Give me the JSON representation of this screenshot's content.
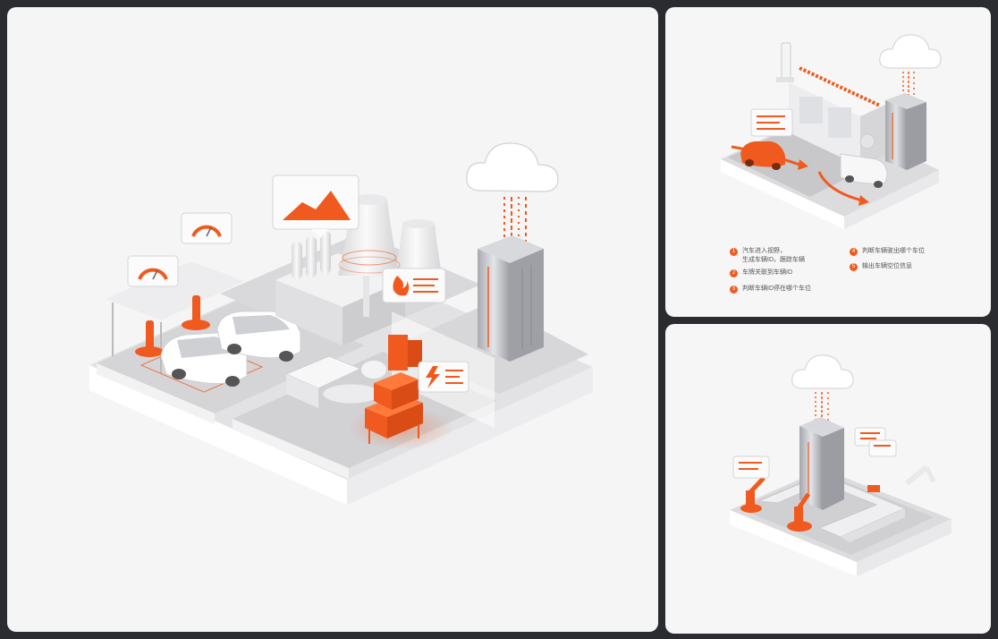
{
  "colors": {
    "accent": "#f05a1e",
    "panel": "#f5f5f5",
    "frame": "#2b2c30",
    "metal": "#c9c9cc"
  },
  "main": {
    "icons": [
      "cloud-icon",
      "chart-icon",
      "gauge-icon",
      "fire-icon",
      "lightning-icon"
    ]
  },
  "parking": {
    "legend": [
      {
        "num": "1",
        "text": "汽车进入视野，\n生成车辆ID，跟踪车辆"
      },
      {
        "num": "2",
        "text": "车牌关联到车辆ID"
      },
      {
        "num": "3",
        "text": "判断车辆ID停在哪个车位"
      },
      {
        "num": "4",
        "text": "判断车辆驶出哪个车位"
      },
      {
        "num": "5",
        "text": "输出车辆空位信息"
      }
    ]
  },
  "factory": {
    "icons": [
      "cloud-icon",
      "robot-arm-icon",
      "server-icon"
    ]
  }
}
